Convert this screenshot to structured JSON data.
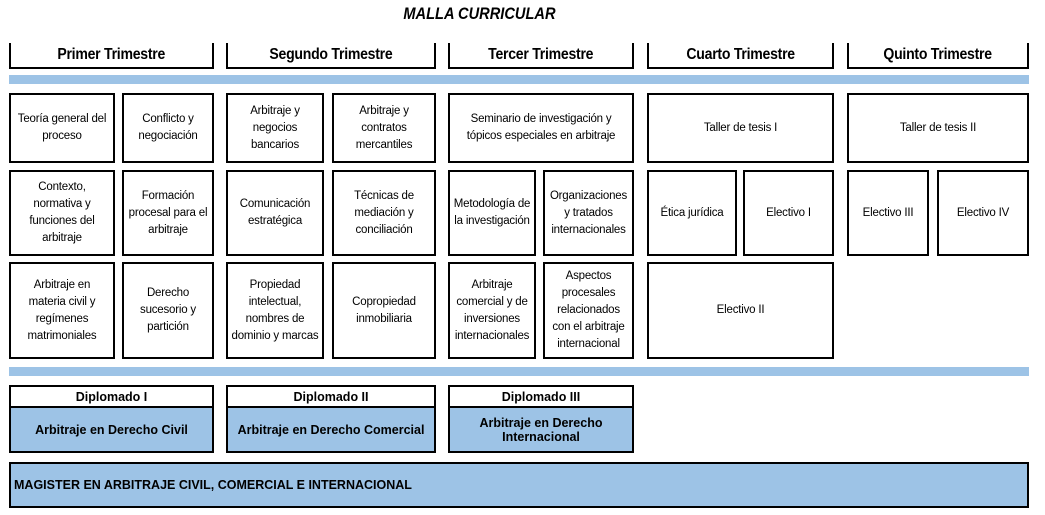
{
  "title": "MALLA CURRICULAR",
  "trimestres": [
    "Primer Trimestre",
    "Segundo Trimestre",
    "Tercer Trimestre",
    "Cuarto Trimestre",
    "Quinto Trimestre"
  ],
  "cursos": {
    "teoria": "Teoría general del proceso",
    "conflicto": "Conflicto y negociación",
    "arbitraje_negocios": "Arbitraje y negocios bancarios",
    "arbitraje_contratos": "Arbitraje y contratos mercantiles",
    "seminario": "Seminario de investigación y tópicos especiales en arbitraje",
    "tesis1": "Taller de tesis I",
    "tesis2": "Taller de tesis II",
    "contexto": "Contexto, normativa y funciones del arbitraje",
    "formacion": "Formación procesal para el arbitraje",
    "comunicacion": "Comunicación estratégica",
    "tecnicas": "Técnicas de mediación y conciliación",
    "metodologia": "Metodología de la investigación",
    "organizaciones": "Organizaciones y tratados internacionales",
    "etica": "Ética jurídica",
    "electivo1": "Electivo I",
    "electivo3": "Electivo III",
    "electivo4": "Electivo IV",
    "materia_civil": "Arbitraje en materia civil y regímenes matrimoniales",
    "sucesorio": "Derecho sucesorio y partición",
    "propiedad": "Propiedad intelectual, nombres de dominio y marcas",
    "copropiedad": "Copropiedad inmobiliaria",
    "comercial_inversiones": "Arbitraje comercial y de inversiones internacionales",
    "aspectos": "Aspectos procesales relacionados con el arbitraje internacional",
    "electivo2": "Electivo II"
  },
  "diplomados": [
    {
      "label": "Diplomado I",
      "name": "Arbitraje en Derecho Civil"
    },
    {
      "label": "Diplomado II",
      "name": "Arbitraje en Derecho Comercial"
    },
    {
      "label": "Diplomado III",
      "name": "Arbitraje en Derecho Internacional"
    }
  ],
  "magister": "MAGISTER EN ARBITRAJE CIVIL, COMERCIAL E INTERNACIONAL",
  "colors": {
    "accent_blue": "#9dc3e6",
    "border": "#000000"
  }
}
